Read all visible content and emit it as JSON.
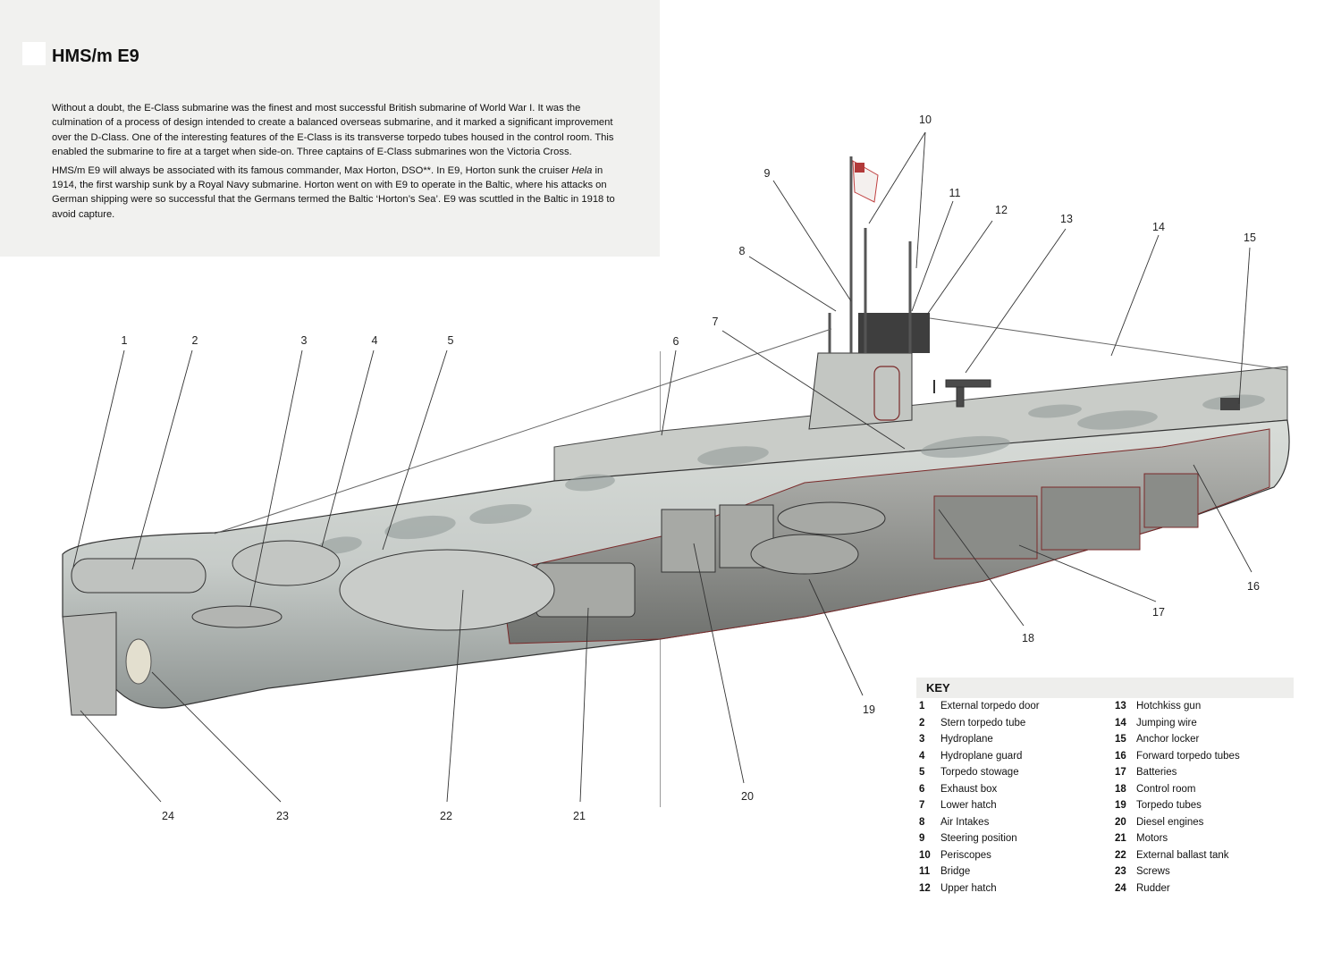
{
  "title": "HMS/m E9",
  "intro": {
    "p1": "Without a doubt, the E-Class submarine was the finest and most successful British submarine of World War I. It was the culmination of a process of design intended to create a balanced overseas submarine, and it marked a significant improvement over the D-Class. One of the interesting features of the E-Class is its transverse torpedo tubes housed in the control room. This enabled the submarine to fire at a target when side-on. Three captains of E-Class submarines won the Victoria Cross.",
    "p2_before": "HMS/m E9 will always be associated with its famous commander, Max Horton, DSO**. In E9, Horton sunk the cruiser ",
    "p2_italic": "Hela",
    "p2_after": " in 1914, the first warship sunk by a Royal Navy submarine. Horton went on with E9 to operate in the Baltic, where his attacks on German shipping were so successful that the Germans termed the Baltic ‘Horton’s Sea’. E9 was scuttled in the Baltic in 1918 to avoid capture."
  },
  "callouts": [
    "1",
    "2",
    "3",
    "4",
    "5",
    "6",
    "7",
    "8",
    "9",
    "10",
    "11",
    "12",
    "13",
    "14",
    "15",
    "16",
    "17",
    "18",
    "19",
    "20",
    "21",
    "22",
    "23",
    "24"
  ],
  "key": {
    "title": "KEY",
    "items": [
      {
        "num": "1",
        "label": "External torpedo door"
      },
      {
        "num": "2",
        "label": "Stern torpedo tube"
      },
      {
        "num": "3",
        "label": "Hydroplane"
      },
      {
        "num": "4",
        "label": "Hydroplane guard"
      },
      {
        "num": "5",
        "label": "Torpedo stowage"
      },
      {
        "num": "6",
        "label": "Exhaust box"
      },
      {
        "num": "7",
        "label": "Lower hatch"
      },
      {
        "num": "8",
        "label": "Air Intakes"
      },
      {
        "num": "9",
        "label": "Steering position"
      },
      {
        "num": "10",
        "label": "Periscopes"
      },
      {
        "num": "11",
        "label": "Bridge"
      },
      {
        "num": "12",
        "label": "Upper hatch"
      },
      {
        "num": "13",
        "label": "Hotchkiss gun"
      },
      {
        "num": "14",
        "label": "Jumping wire"
      },
      {
        "num": "15",
        "label": "Anchor locker"
      },
      {
        "num": "16",
        "label": "Forward torpedo tubes"
      },
      {
        "num": "17",
        "label": "Batteries"
      },
      {
        "num": "18",
        "label": "Control room"
      },
      {
        "num": "19",
        "label": "Torpedo tubes"
      },
      {
        "num": "20",
        "label": "Diesel engines"
      },
      {
        "num": "21",
        "label": "Motors"
      },
      {
        "num": "22",
        "label": "External ballast tank"
      },
      {
        "num": "23",
        "label": "Screws"
      },
      {
        "num": "24",
        "label": "Rudder"
      }
    ]
  }
}
